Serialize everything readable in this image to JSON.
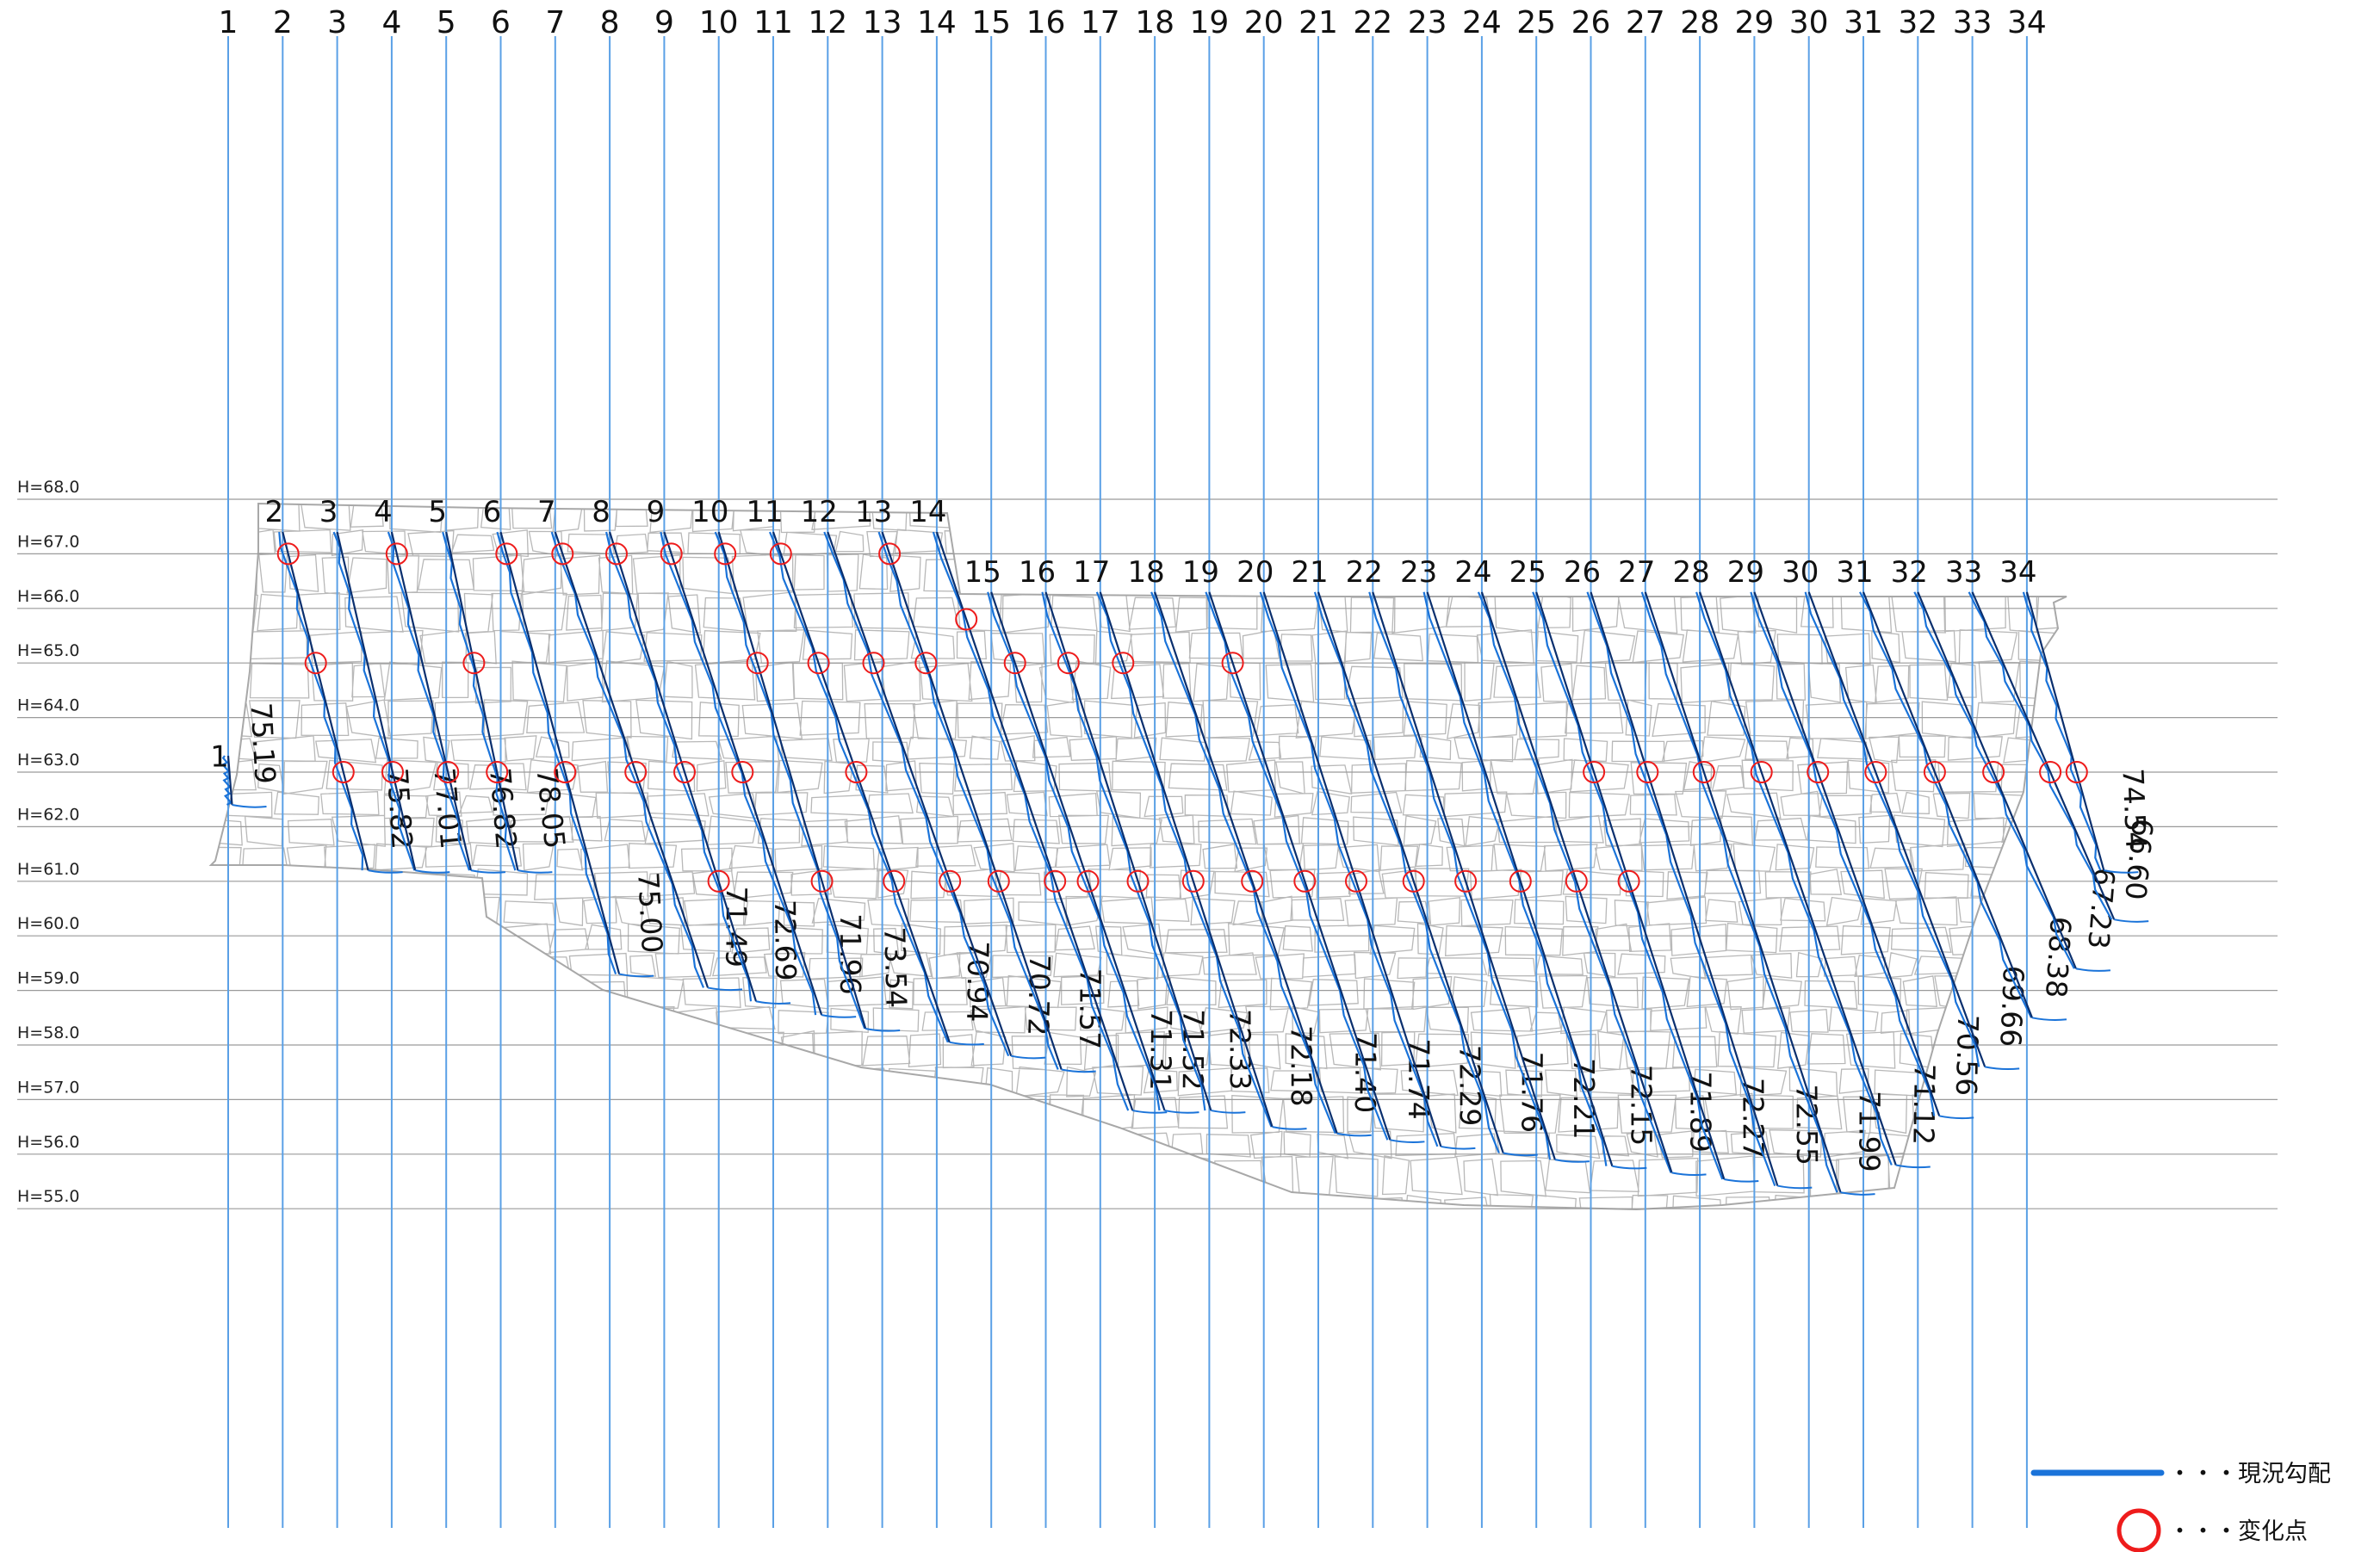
{
  "columns": [
    "1",
    "2",
    "3",
    "4",
    "5",
    "6",
    "7",
    "8",
    "9",
    "10",
    "11",
    "12",
    "13",
    "14",
    "15",
    "16",
    "17",
    "18",
    "19",
    "20",
    "21",
    "22",
    "23",
    "24",
    "25",
    "26",
    "27",
    "28",
    "29",
    "30",
    "31",
    "32",
    "33",
    "34"
  ],
  "elevations": [
    "H=68.0",
    "H=67.0",
    "H=66.0",
    "H=65.0",
    "H=64.0",
    "H=63.0",
    "H=62.0",
    "H=61.0",
    "H=60.0",
    "H=59.0",
    "H=58.0",
    "H=57.0",
    "H=56.0",
    "H=55.0"
  ],
  "profiles": [
    {
      "num": "1",
      "angle": "75.19"
    },
    {
      "num": "2",
      "angle": "75.82"
    },
    {
      "num": "3",
      "angle": "77.01"
    },
    {
      "num": "4",
      "angle": "76.82"
    },
    {
      "num": "5",
      "angle": "78.05"
    },
    {
      "num": "6",
      "angle": "75.00"
    },
    {
      "num": "7",
      "angle": "71.49"
    },
    {
      "num": "8",
      "angle": "72.69"
    },
    {
      "num": "9",
      "angle": "71.96"
    },
    {
      "num": "10",
      "angle": "73.54"
    },
    {
      "num": "11",
      "angle": "70.94"
    },
    {
      "num": "12",
      "angle": "70.72"
    },
    {
      "num": "13",
      "angle": "71.57"
    },
    {
      "num": "14",
      "angle": "71.31"
    },
    {
      "num": "15",
      "angle": "71.52"
    },
    {
      "num": "16",
      "angle": "72.33"
    },
    {
      "num": "17",
      "angle": "72.18"
    },
    {
      "num": "18",
      "angle": "71.40"
    },
    {
      "num": "19",
      "angle": "71.74"
    },
    {
      "num": "20",
      "angle": "72.29"
    },
    {
      "num": "21",
      "angle": "71.76"
    },
    {
      "num": "22",
      "angle": "72.21"
    },
    {
      "num": "23",
      "angle": "72.15"
    },
    {
      "num": "24",
      "angle": "71.89"
    },
    {
      "num": "25",
      "angle": "72.27"
    },
    {
      "num": "26",
      "angle": "72.55"
    },
    {
      "num": "27",
      "angle": "71.99"
    },
    {
      "num": "28",
      "angle": "71.12"
    },
    {
      "num": "29",
      "angle": "70.56"
    },
    {
      "num": "30",
      "angle": "69.66"
    },
    {
      "num": "31",
      "angle": "68.38"
    },
    {
      "num": "32",
      "angle": "67.23"
    },
    {
      "num": "33",
      "angle": "66.60"
    },
    {
      "num": "34",
      "angle": "74.54"
    }
  ],
  "change_points": [
    {
      "col": 2,
      "h": 67.0
    },
    {
      "col": 4,
      "h": 67.0
    },
    {
      "col": 6,
      "h": 67.0
    },
    {
      "col": 7,
      "h": 67.0
    },
    {
      "col": 8,
      "h": 67.0
    },
    {
      "col": 9,
      "h": 67.0
    },
    {
      "col": 10,
      "h": 67.0
    },
    {
      "col": 11,
      "h": 67.0
    },
    {
      "col": 13,
      "h": 67.0
    },
    {
      "col": 14,
      "h": 65.8
    },
    {
      "col": 2,
      "h": 65.0
    },
    {
      "col": 5,
      "h": 65.0
    },
    {
      "col": 10,
      "h": 65.0
    },
    {
      "col": 11,
      "h": 65.0
    },
    {
      "col": 12,
      "h": 65.0
    },
    {
      "col": 13,
      "h": 65.0
    },
    {
      "col": 15,
      "h": 65.0
    },
    {
      "col": 16,
      "h": 65.0
    },
    {
      "col": 17,
      "h": 65.0
    },
    {
      "col": 19,
      "h": 65.0
    },
    {
      "col": 2,
      "h": 63.0
    },
    {
      "col": 3,
      "h": 63.0
    },
    {
      "col": 4,
      "h": 63.0
    },
    {
      "col": 5,
      "h": 63.0
    },
    {
      "col": 6,
      "h": 63.0
    },
    {
      "col": 7,
      "h": 63.0
    },
    {
      "col": 8,
      "h": 63.0
    },
    {
      "col": 9,
      "h": 63.0
    },
    {
      "col": 11,
      "h": 63.0
    },
    {
      "col": 25,
      "h": 63.0
    },
    {
      "col": 26,
      "h": 63.0
    },
    {
      "col": 27,
      "h": 63.0
    },
    {
      "col": 28,
      "h": 63.0
    },
    {
      "col": 29,
      "h": 63.0
    },
    {
      "col": 30,
      "h": 63.0
    },
    {
      "col": 31,
      "h": 63.0
    },
    {
      "col": 32,
      "h": 63.0
    },
    {
      "col": 33,
      "h": 63.0
    },
    {
      "col": 34,
      "h": 63.0
    },
    {
      "col": 8,
      "h": 61.0
    },
    {
      "col": 10,
      "h": 61.0
    },
    {
      "col": 11,
      "h": 61.0
    },
    {
      "col": 12,
      "h": 61.0
    },
    {
      "col": 13,
      "h": 61.0
    },
    {
      "col": 14,
      "h": 61.0
    },
    {
      "col": 15,
      "h": 61.0
    },
    {
      "col": 16,
      "h": 61.0
    },
    {
      "col": 17,
      "h": 61.0
    },
    {
      "col": 18,
      "h": 61.0
    },
    {
      "col": 19,
      "h": 61.0
    },
    {
      "col": 20,
      "h": 61.0
    },
    {
      "col": 21,
      "h": 61.0
    },
    {
      "col": 22,
      "h": 61.0
    },
    {
      "col": 23,
      "h": 61.0
    },
    {
      "col": 24,
      "h": 61.0
    },
    {
      "col": 25,
      "h": 61.0
    }
  ],
  "legend": {
    "gradient_label": "・・・現況勾配",
    "change_label": "・・・変化点"
  },
  "colors": {
    "column_line": "#5aa0e6",
    "grid_line": "#9a9a9a",
    "stone": "#b8b8b8",
    "gradient_dark": "#0a2f6e",
    "gradient_blue": "#1a73d9",
    "change_point": "#ee1c1c"
  }
}
